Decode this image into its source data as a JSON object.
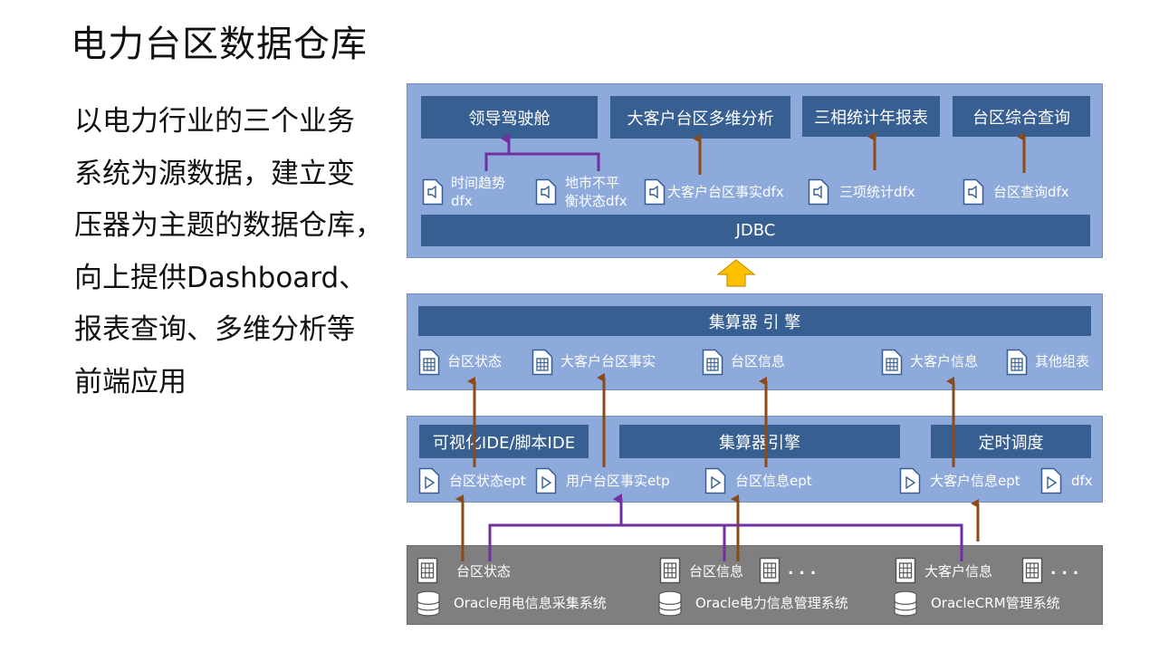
{
  "title": "电力台区数据仓库",
  "description": [
    "以电力行业的三个业务",
    "系统为源数据，建立变",
    "压器为主题的数据仓库，",
    "向上提供Dashboard、",
    "报表查询、多维分析等",
    "前端应用"
  ],
  "top": {
    "boxes": [
      "领导驾驶舱",
      "大客户台区多维分析",
      "三相统计年报表",
      "台区综合查询"
    ],
    "files": [
      {
        "line1": "时间趋势",
        "line2": "dfx"
      },
      {
        "line1": "地市不平",
        "line2": "衡状态dfx"
      },
      {
        "line1": "大客户台区事实dfx"
      },
      {
        "line1": "三项统计dfx"
      },
      {
        "line1": "台区查询dfx"
      }
    ],
    "jdbc": "JDBC"
  },
  "middle": {
    "engine": "集算器 引 擎",
    "files": [
      "台区状态",
      "大客户台区事实",
      "台区信息",
      "大客户信息",
      "其他组表"
    ]
  },
  "lower": {
    "boxes": [
      "可视化IDE/脚本IDE",
      "集算器引擎",
      "定时调度"
    ],
    "files": [
      "台区状态ept",
      "用户台区事实etp",
      "台区信息ept",
      "大客户信息ept",
      "dfx"
    ]
  },
  "bottom": {
    "tables": [
      "台区状态",
      "台区信息",
      ". . .",
      "大客户信息",
      ". . ."
    ],
    "systems": [
      "Oracle用电信息采集系统",
      "Oracle电力信息管理系统",
      "OracleCRM管理系统"
    ]
  },
  "colors": {
    "panel": "#8eaadb",
    "box": "#375f92",
    "gray": "#7f7f7f",
    "brown_arrow": "#8b4a17",
    "purple_line": "#7030a0",
    "up_arrow": "#ffc000"
  }
}
